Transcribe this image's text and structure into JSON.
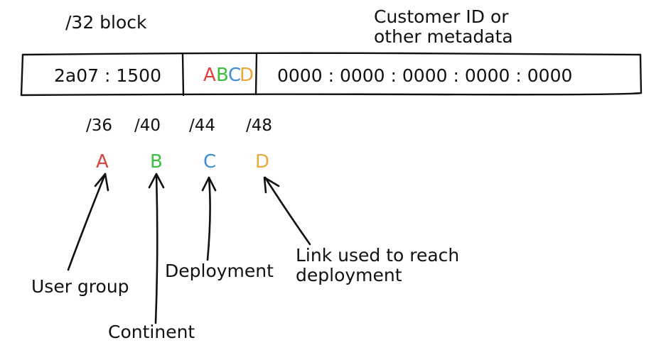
{
  "header": {
    "block_label": "/32 block",
    "metadata_line1": "Customer ID or",
    "metadata_line2": "other metadata"
  },
  "address": {
    "prefix": "2a07 : 1500",
    "letters": [
      {
        "text": "A",
        "color": "#d9433a"
      },
      {
        "text": "B",
        "color": "#3cbf3c"
      },
      {
        "text": "C",
        "color": "#3a8fd6"
      },
      {
        "text": "D",
        "color": "#e8a93a"
      }
    ],
    "suffix": "0000 : 0000 : 0000 : 0000 : 0000"
  },
  "masks": [
    "/36",
    "/40",
    "/44",
    "/48"
  ],
  "fields": [
    {
      "letter": "A",
      "color": "#d9433a",
      "label": "User group"
    },
    {
      "letter": "B",
      "color": "#3cbf3c",
      "label": "Continent"
    },
    {
      "letter": "C",
      "color": "#3a8fd6",
      "label": "Deployment"
    },
    {
      "letter": "D",
      "color": "#e8a93a",
      "label_line1": "Link used to reach",
      "label_line2": "deployment"
    }
  ]
}
